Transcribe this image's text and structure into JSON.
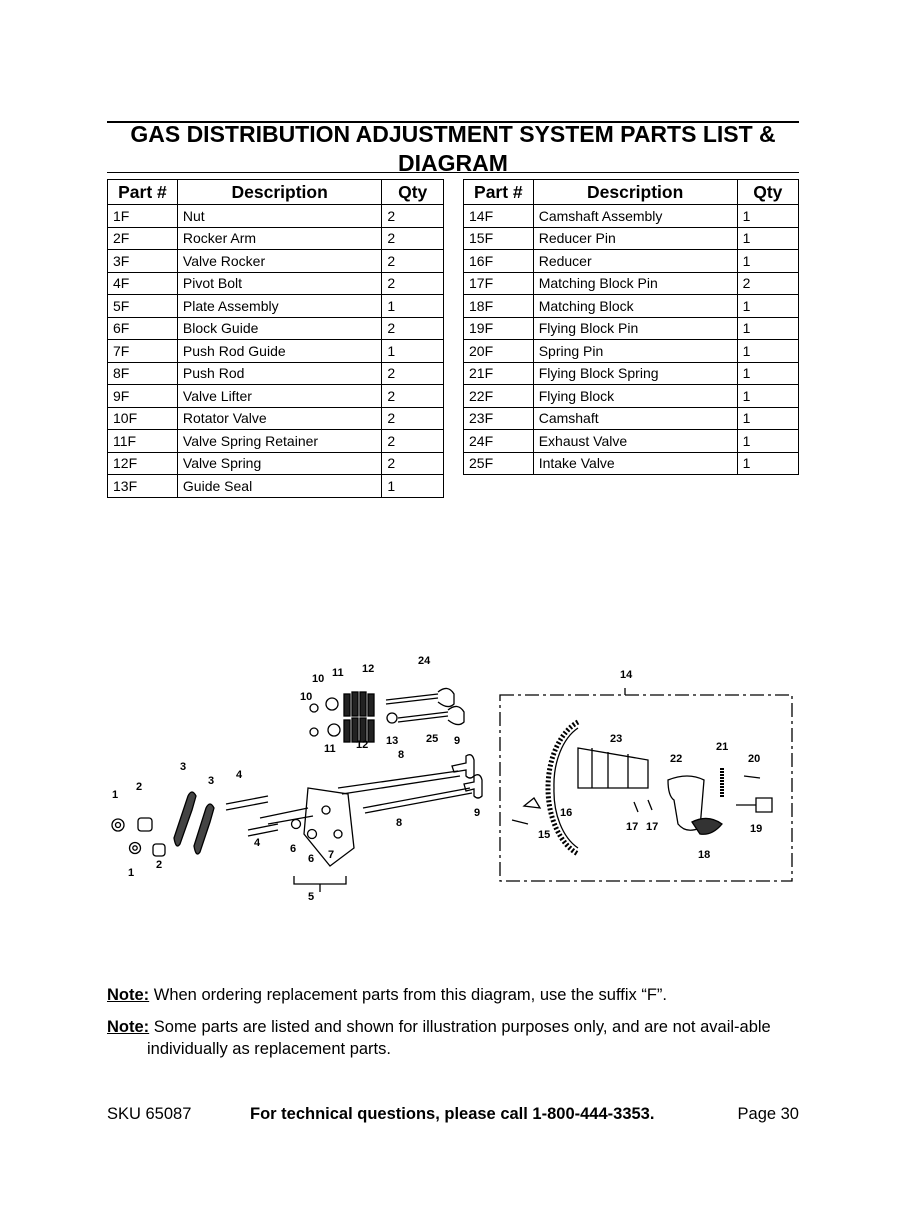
{
  "title": "GAS DISTRIBUTION ADJUSTMENT SYSTEM PARTS LIST & DIAGRAM",
  "table": {
    "headers": {
      "part": "Part #",
      "description": "Description",
      "qty": "Qty"
    },
    "left": [
      {
        "part": "1F",
        "description": "Nut",
        "qty": "2"
      },
      {
        "part": "2F",
        "description": "Rocker Arm",
        "qty": "2"
      },
      {
        "part": "3F",
        "description": "Valve Rocker",
        "qty": "2"
      },
      {
        "part": "4F",
        "description": "Pivot Bolt",
        "qty": "2"
      },
      {
        "part": "5F",
        "description": "Plate Assembly",
        "qty": "1"
      },
      {
        "part": "6F",
        "description": "Block Guide",
        "qty": "2"
      },
      {
        "part": "7F",
        "description": "Push Rod Guide",
        "qty": "1"
      },
      {
        "part": "8F",
        "description": "Push Rod",
        "qty": "2"
      },
      {
        "part": "9F",
        "description": "Valve Lifter",
        "qty": "2"
      },
      {
        "part": "10F",
        "description": "Rotator Valve",
        "qty": "2"
      },
      {
        "part": "11F",
        "description": "Valve Spring Retainer",
        "qty": "2"
      },
      {
        "part": "12F",
        "description": "Valve Spring",
        "qty": "2"
      },
      {
        "part": "13F",
        "description": "Guide Seal",
        "qty": "1"
      }
    ],
    "right": [
      {
        "part": "14F",
        "description": "Camshaft Assembly",
        "qty": "1"
      },
      {
        "part": "15F",
        "description": "Reducer Pin",
        "qty": "1"
      },
      {
        "part": "16F",
        "description": "Reducer",
        "qty": "1"
      },
      {
        "part": "17F",
        "description": "Matching Block Pin",
        "qty": "2"
      },
      {
        "part": "18F",
        "description": "Matching Block",
        "qty": "1"
      },
      {
        "part": "19F",
        "description": "Flying Block Pin",
        "qty": "1"
      },
      {
        "part": "20F",
        "description": "Spring Pin",
        "qty": "1"
      },
      {
        "part": "21F",
        "description": "Flying Block Spring",
        "qty": "1"
      },
      {
        "part": "22F",
        "description": "Flying Block",
        "qty": "1"
      },
      {
        "part": "23F",
        "description": "Camshaft",
        "qty": "1"
      },
      {
        "part": "24F",
        "description": "Exhaust Valve",
        "qty": "1"
      },
      {
        "part": "25F",
        "description": "Intake Valve",
        "qty": "1"
      }
    ]
  },
  "diagram": {
    "labels": {
      "n1a": "1",
      "n1b": "1",
      "n2a": "2",
      "n2b": "2",
      "n3a": "3",
      "n3b": "3",
      "n4a": "4",
      "n4b": "4",
      "n5": "5",
      "n6a": "6",
      "n6b": "6",
      "n7": "7",
      "n8a": "8",
      "n8b": "8",
      "n9a": "9",
      "n9b": "9",
      "n10a": "10",
      "n10b": "10",
      "n11a": "11",
      "n11b": "11",
      "n12a": "12",
      "n12b": "12",
      "n13": "13",
      "n14": "14",
      "n15": "15",
      "n16": "16",
      "n17a": "17",
      "n17b": "17",
      "n18": "18",
      "n19": "19",
      "n20": "20",
      "n21": "21",
      "n22": "22",
      "n23": "23",
      "n24": "24",
      "n25": "25"
    }
  },
  "notes": {
    "label": "Note:",
    "note1": " When ordering replacement parts from this diagram, use the suffix “F”.",
    "note2": "  Some parts are listed and shown for illustration purposes only, and are not avail-able individually as replacement parts."
  },
  "footer": {
    "sku": "SKU 65087",
    "tech": "For technical questions, please call 1-800-444-3353.",
    "page": "Page 30"
  }
}
